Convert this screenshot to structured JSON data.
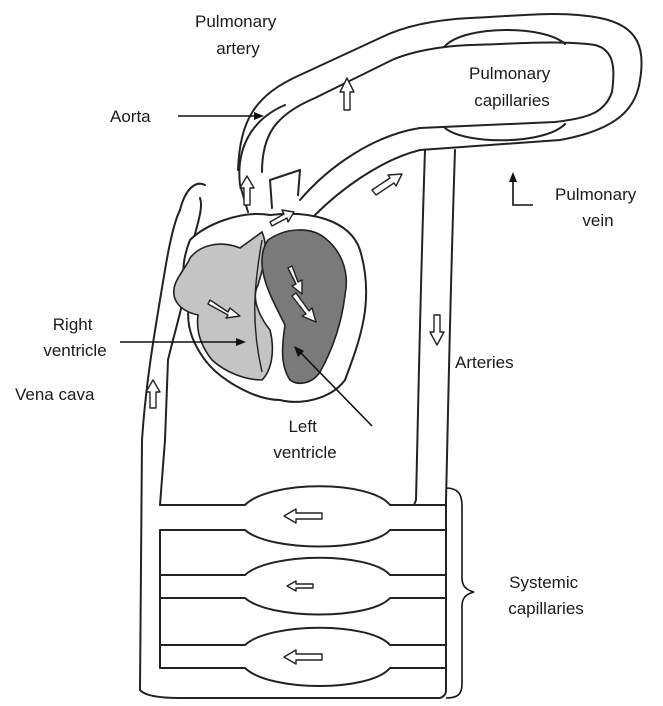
{
  "labels": {
    "pulmonary_artery": [
      "Pulmonary",
      "artery"
    ],
    "pulmonary_capillaries": [
      "Pulmonary",
      "capillaries"
    ],
    "aorta": "Aorta",
    "pulmonary_vein": [
      "Pulmonary",
      "vein"
    ],
    "right_ventricle": [
      "Right",
      "ventricle"
    ],
    "vena_cava": "Vena cava",
    "arteries": "Arteries",
    "left_ventricle": [
      "Left",
      "ventricle"
    ],
    "systemic_capillaries": [
      "Systemic",
      "capillaries"
    ]
  },
  "colors": {
    "line": "#222222",
    "right_heart": "#c4c4c4",
    "left_heart": "#7a7a7a",
    "background": "#ffffff"
  },
  "icons": [
    "flow-arrow-icon",
    "pointer-arrow-icon",
    "brace-icon"
  ]
}
